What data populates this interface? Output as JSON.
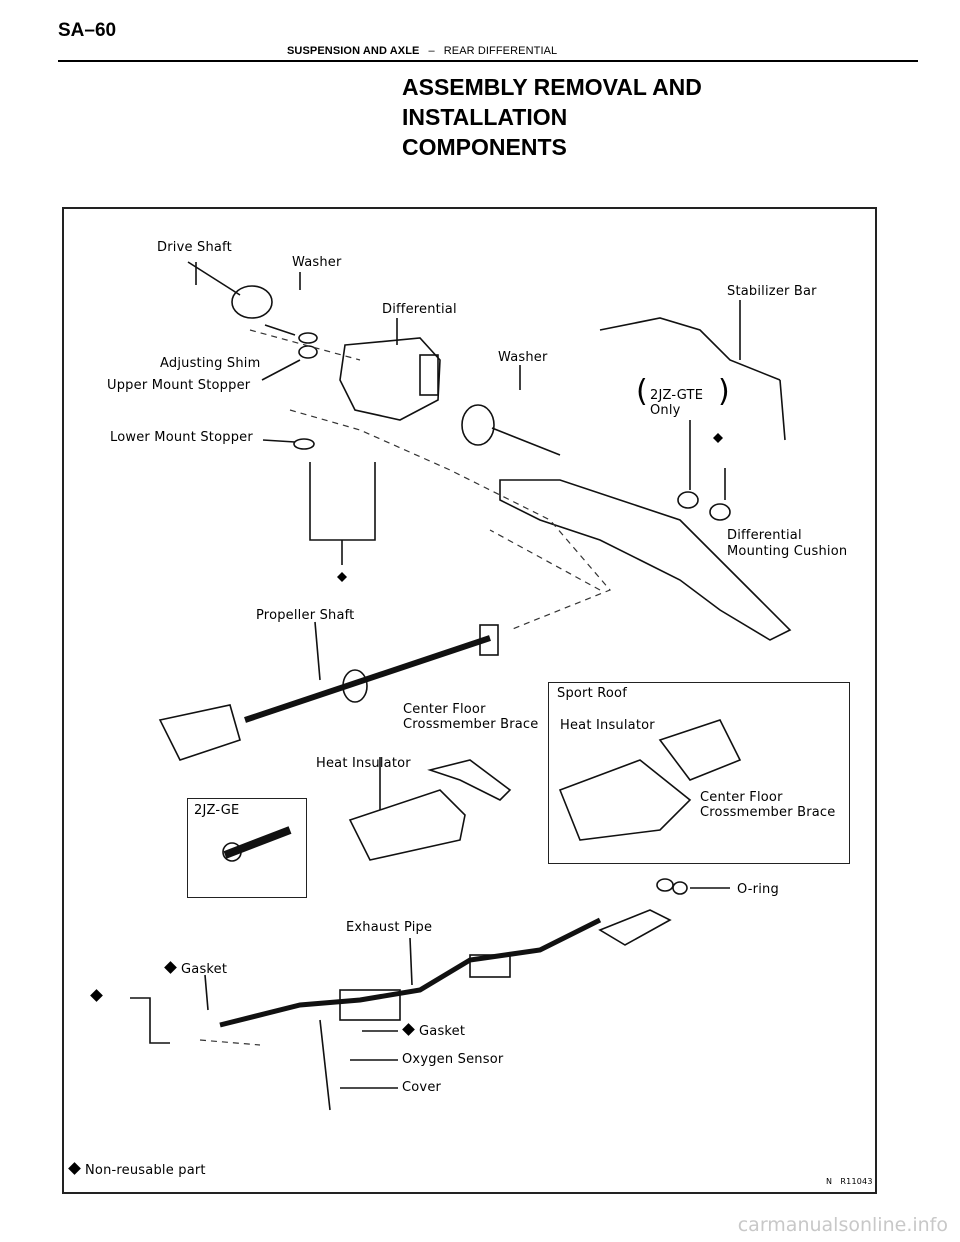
{
  "header": {
    "page_number": "SA–60",
    "section": "SUSPENSION AND AXLE",
    "separator": "–",
    "subsection": "REAR DIFFERENTIAL"
  },
  "title": {
    "line1": "ASSEMBLY REMOVAL AND",
    "line2": "INSTALLATION",
    "line3": "COMPONENTS"
  },
  "diagram": {
    "labels": {
      "drive_shaft": "Drive Shaft",
      "washer_top": "Washer",
      "differential": "Differential",
      "stabilizer_bar": "Stabilizer Bar",
      "adjusting_shim": "Adjusting Shim",
      "upper_mount_stopper": "Upper Mount Stopper",
      "washer_right": "Washer",
      "engine_note_line1": "2JZ-GTE",
      "engine_note_line2": "Only",
      "lower_mount_stopper": "Lower Mount Stopper",
      "diff_mounting_cushion_line1": "Differential",
      "diff_mounting_cushion_line2": "Mounting Cushion",
      "propeller_shaft": "Propeller Shaft",
      "sport_roof": "Sport Roof",
      "center_floor_brace_line1": "Center Floor",
      "center_floor_brace_line2": "Crossmember Brace",
      "heat_insulator_right": "Heat Insulator",
      "heat_insulator_center": "Heat Insulator",
      "center_floor_brace_right_line1": "Center Floor",
      "center_floor_brace_right_line2": "Crossmember Brace",
      "engine_2jz_ge": "2JZ-GE",
      "o_ring": "O-ring",
      "exhaust_pipe": "Exhaust Pipe",
      "gasket_left": "Gasket",
      "gasket_right": "Gasket",
      "oxygen_sensor": "Oxygen Sensor",
      "cover": "Cover",
      "legend_non_reusable": "Non-reusable part",
      "figure_code": "R11043",
      "figure_prefix": "N"
    }
  },
  "watermark": "carmanualsonline.info"
}
